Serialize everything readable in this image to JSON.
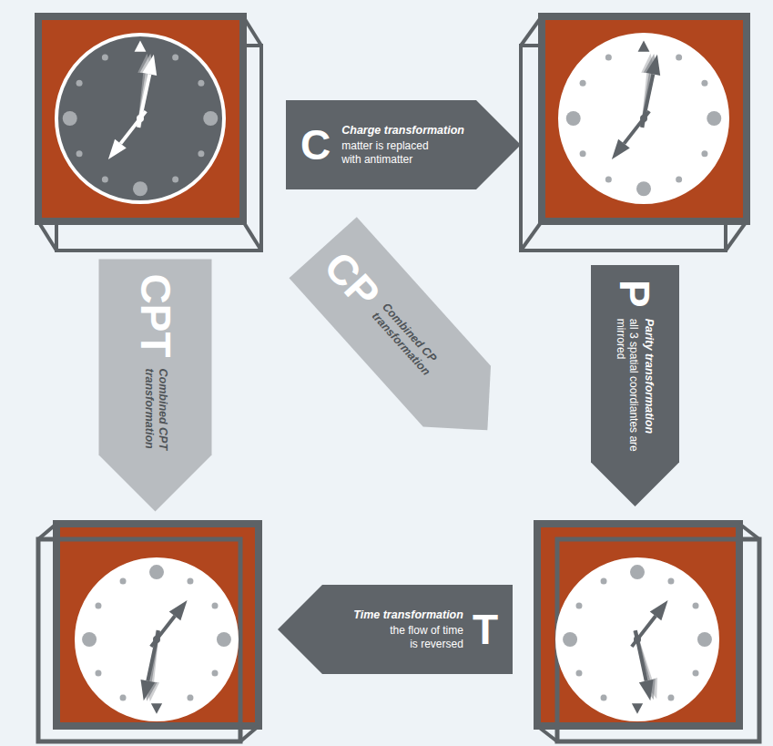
{
  "diagram": {
    "nodes": [
      {
        "text": [
          "C",
          "Charge transformation",
          "matter is replaced with antimatter"
        ]
      },
      {
        "text": [
          "CPT",
          "Combined CPT transformation"
        ]
      },
      {
        "text": [
          "CP",
          "Combined CP transformation"
        ]
      },
      {
        "text": [
          "P",
          "Parity transformation",
          "all 3 spatial coordiantes are mirrored"
        ]
      },
      {
        "text": [
          "Time transformation",
          "the flow of time is reversed",
          "T"
        ]
      }
    ]
  }
}
